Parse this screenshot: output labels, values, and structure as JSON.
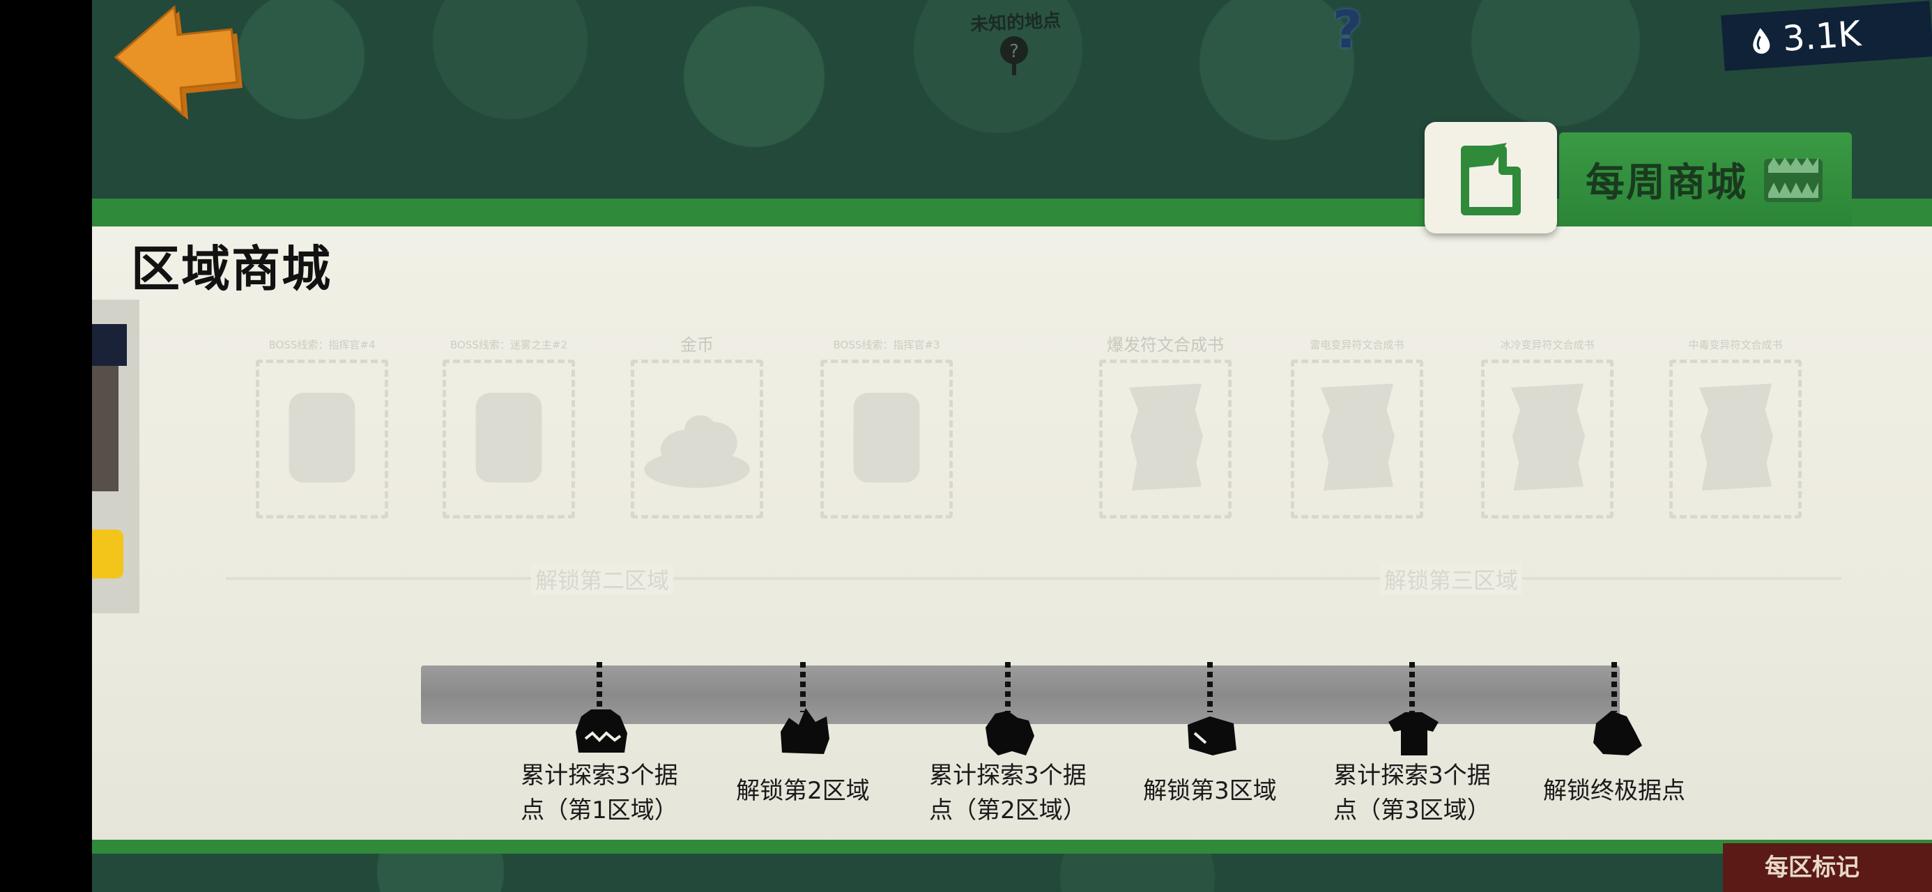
{
  "map": {
    "unknown_location_label": "未知的地点",
    "unknown_marker": "?"
  },
  "currency": {
    "icon": "drop-icon",
    "amount": "3.1K"
  },
  "tabs": {
    "weekly_label": "每周商城"
  },
  "panel": {
    "title": "区域商城"
  },
  "items": [
    {
      "name": "BOSS线索：指挥官#4",
      "shape": "card"
    },
    {
      "name": "BOSS线索：迷雾之主#2",
      "shape": "card"
    },
    {
      "name": "金币",
      "shape": "coins"
    },
    {
      "name": "BOSS线索：指挥官#3",
      "shape": "card"
    },
    {
      "name": "爆发符文合成书",
      "shape": "scroll"
    },
    {
      "name": "雷电变异符文合成书",
      "shape": "scroll"
    },
    {
      "name": "冰冷变异符文合成书",
      "shape": "scroll"
    },
    {
      "name": "中毒变异符文合成书",
      "shape": "scroll"
    }
  ],
  "dividers": [
    {
      "label": "解锁第二区域"
    },
    {
      "label": "解锁第三区域"
    }
  ],
  "milestones": [
    {
      "line1": "累计探索3个据",
      "line2": "点（第1区域）",
      "icon": "orc-face-icon"
    },
    {
      "line1": "解锁第2区域",
      "line2": "",
      "icon": "creature-icon"
    },
    {
      "line1": "累计探索3个据",
      "line2": "点（第2区域）",
      "icon": "beast-icon"
    },
    {
      "line1": "解锁第3区域",
      "line2": "",
      "icon": "crate-icon"
    },
    {
      "line1": "累计探索3个据",
      "line2": "点（第3区域）",
      "icon": "warrior-icon"
    },
    {
      "line1": "解锁终极据点",
      "line2": "",
      "icon": "boulder-icon"
    }
  ],
  "bottom_tag": "每区标记",
  "colors": {
    "panel_green": "#2f8a3a",
    "back_arrow": "#e2891f",
    "currency_bg": "#0f2238"
  }
}
